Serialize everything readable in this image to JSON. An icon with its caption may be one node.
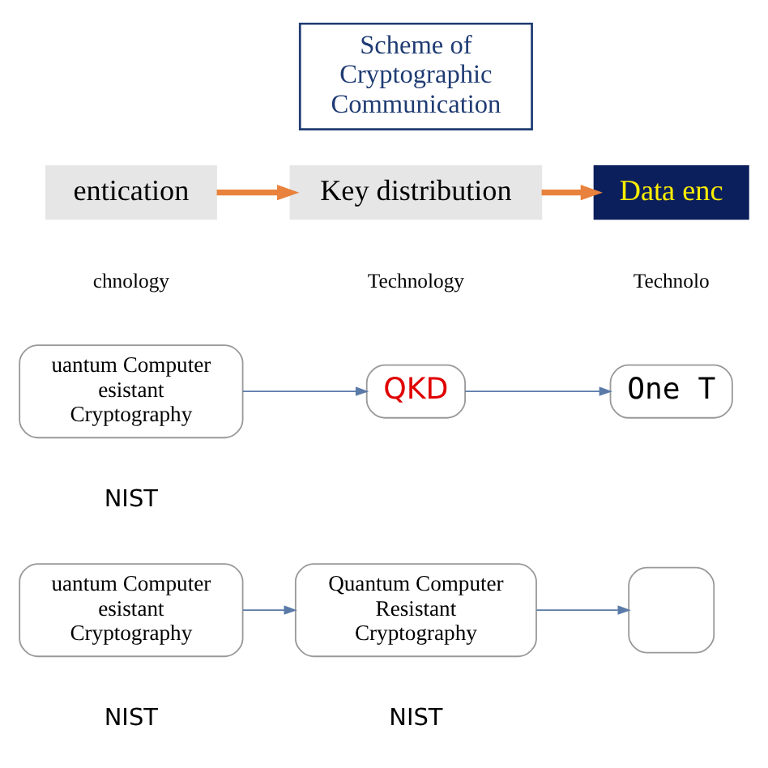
{
  "diagram": {
    "nodes": [
      {
        "text": [
          "Scheme of Cryptographic Communication"
        ]
      },
      {
        "text": [
          "entication"
        ]
      },
      {
        "text": [
          "Key distribution"
        ]
      },
      {
        "text": [
          "Data enc"
        ]
      },
      {
        "text": [
          "uantum Computer esistant Cryptography"
        ],
        "beside": [
          "NIST"
        ]
      },
      {
        "text": [
          "QKD"
        ]
      },
      {
        "text": [
          "One T"
        ]
      },
      {
        "text": [
          "uantum Computer esistant Cryptography"
        ],
        "beside": [
          "NIST"
        ]
      },
      {
        "text": [
          "Quantum Computer Resistant Cryptography"
        ],
        "beside": [
          "NIST"
        ]
      },
      {
        "text": [],
        "shape": "box"
      }
    ],
    "edges": [
      {
        "from": 1,
        "to": 2,
        "arrow": "to",
        "style": "thick",
        "color": "#e8823c"
      },
      {
        "from": 2,
        "to": 3,
        "arrow": "to",
        "style": "thick",
        "color": "#e8823c"
      },
      {
        "from": 4,
        "to": 5,
        "arrow": "to"
      },
      {
        "from": 5,
        "to": 6,
        "arrow": "to"
      },
      {
        "from": 7,
        "to": 8,
        "arrow": "to"
      },
      {
        "from": 8,
        "to": 9,
        "arrow": "to"
      }
    ],
    "labels": [
      "chnology",
      "Technology",
      "Technolo"
    ]
  }
}
